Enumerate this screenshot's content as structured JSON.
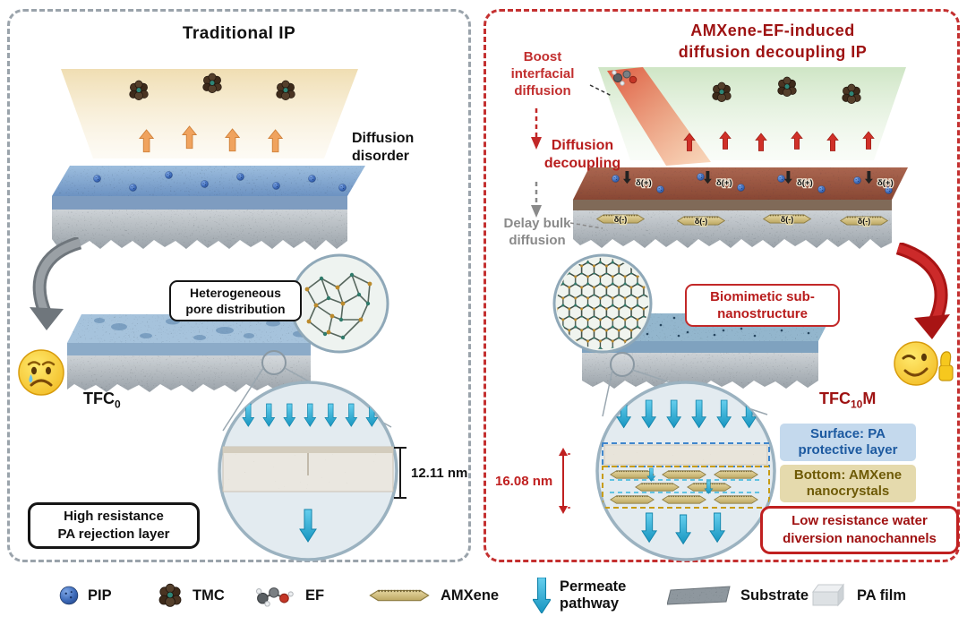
{
  "panels": {
    "left": {
      "title": "Traditional  IP",
      "diffusion_disorder": "Diffusion\ndisorder",
      "pore_callout": "Heterogeneous\npore distribution",
      "tfc": {
        "base": "TFC",
        "sub": "0",
        "suffix": ""
      },
      "measurement": "12.11 nm",
      "bottom_box": "High resistance\nPA rejection layer"
    },
    "right": {
      "title": "AMXene-EF-induced\ndiffusion decoupling IP",
      "boost": "Boost\ninterfacial\ndiffusion",
      "decoupling": "Diffusion\ndecoupling",
      "delay": "Delay bulk\ndiffusion",
      "callout": "Biomimetic sub-\nnanostructure",
      "tfc": {
        "base": "TFC",
        "sub": "10",
        "suffix": "M"
      },
      "measurement": "16.08 nm",
      "surface_label": "Surface: PA\nprotective layer",
      "bottom_label": "Bottom: AMXene\nnanocrystals",
      "bottom_box": "Low resistance water\ndiversion nanochannels",
      "delta_plus": "δ(+)",
      "delta_minus": "δ(-)"
    }
  },
  "legend": {
    "items": [
      {
        "id": "pip",
        "label": "PIP"
      },
      {
        "id": "tmc",
        "label": "TMC"
      },
      {
        "id": "ef",
        "label": "EF"
      },
      {
        "id": "amxene",
        "label": "AMXene"
      },
      {
        "id": "permeate",
        "label": "Permeate\npathway"
      },
      {
        "id": "substrate",
        "label": "Substrate"
      },
      {
        "id": "pa-film",
        "label": "PA film"
      }
    ]
  },
  "colors": {
    "accent_red": "#b81c1c",
    "panel_left_border": "#9aa3ab",
    "panel_right_border": "#c43030",
    "cyan_arrow": "#35b6dd",
    "orange_arrow": "#f0a35e",
    "amxene_tan": "#d9c98e",
    "surface_label_blue": "#1d5aa0",
    "bottom_label_olive": "#6e5a06"
  }
}
